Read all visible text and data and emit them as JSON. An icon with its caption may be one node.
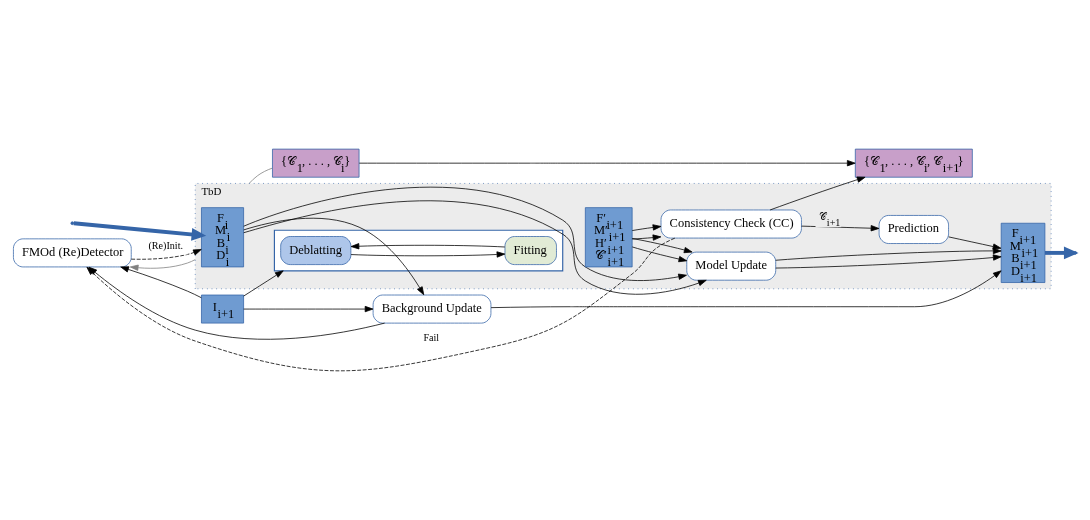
{
  "diagram": {
    "nodes": [
      {
        "text": [
          "FMOd (Re)Detector"
        ]
      },
      {
        "text": [
          "I$_{i+1}$"
        ]
      },
      {
        "text": [
          "Background Update"
        ]
      },
      {
        "text": [
          "TbD"
        ]
      },
      {
        "text": [
          "F$_{i}$",
          "M$_{i}$",
          "B$_{i}$",
          "D$_{i}$"
        ],
        "in": 3
      },
      {
        "text": [],
        "shape": "box",
        "in": 3
      },
      {
        "text": [
          "Deblatting"
        ],
        "in": 5
      },
      {
        "text": [
          "Fitting"
        ],
        "in": 5
      },
      {
        "text": [
          "F′$_{i+1}$",
          "M′$_{i+1}$",
          "H′$_{i+1}$",
          "𝒞′$_{i+1}$"
        ],
        "in": 3
      },
      {
        "text": [
          "Consistency Check (CC)"
        ],
        "in": 3
      },
      {
        "text": [
          "Model Update"
        ],
        "in": 3
      },
      {
        "text": [
          "Prediction"
        ],
        "in": 3
      },
      {
        "text": [
          "F$_{i+1}$",
          "M$_{i+1}$",
          "B$_{i+1}$",
          "D$_{i+1}$"
        ],
        "in": 3
      },
      {
        "text": [
          "{𝒞$_{1}$, . . . , 𝒞$_{i}$}"
        ]
      },
      {
        "text": [
          "{𝒞$_{1}$, . . . , 𝒞$_{i}$, 𝒞$_{i+1}$}"
        ]
      }
    ],
    "edges": [
      {
        "from": 0,
        "to": 4,
        "arrow": "to",
        "style": "dashed",
        "label": "(Re)Init."
      },
      {
        "from": 9,
        "to": 0,
        "arrow": "to",
        "style": "dashed",
        "label": "Fail"
      },
      {
        "from": 3,
        "to": 0,
        "arrow": "to",
        "color": "#808080"
      },
      {
        "from": 1,
        "to": 0,
        "arrow": "to"
      },
      {
        "from": 1,
        "to": 2,
        "arrow": "to"
      },
      {
        "from": 1,
        "to": 5,
        "arrow": "to"
      },
      {
        "from": 2,
        "to": 0,
        "arrow": "to"
      },
      {
        "from": 2,
        "to": 12,
        "arrow": "to"
      },
      {
        "from": 4,
        "to": 2,
        "arrow": "to"
      },
      {
        "from": 4,
        "to": 10,
        "arrow": "to"
      },
      {
        "from": 4,
        "to": 10,
        "arrow": "to"
      },
      {
        "from": 6,
        "to": 7,
        "arrow": "to"
      },
      {
        "from": 7,
        "to": 6,
        "arrow": "to"
      },
      {
        "from": 8,
        "to": 10,
        "arrow": "to"
      },
      {
        "from": 8,
        "to": 10,
        "arrow": "to"
      },
      {
        "from": 8,
        "to": 9,
        "arrow": "to"
      },
      {
        "from": 8,
        "to": 9,
        "arrow": "to"
      },
      {
        "from": 9,
        "to": 11,
        "arrow": "to",
        "label": "𝒞$_{i+1}$"
      },
      {
        "from": 9,
        "to": 14,
        "arrow": "to"
      },
      {
        "from": 10,
        "to": 12,
        "arrow": "to"
      },
      {
        "from": 10,
        "to": 12,
        "arrow": "to"
      },
      {
        "from": 11,
        "to": 12,
        "arrow": "to"
      },
      {
        "from": 13,
        "to": 14,
        "arrow": "to"
      },
      {
        "from": 3,
        "to": 13,
        "arrow": "none",
        "color": "#808080"
      },
      {
        "from": null,
        "to": 4,
        "arrow": "to",
        "style": "thick",
        "color": "#3565a8"
      },
      {
        "from": 12,
        "to": null,
        "arrow": "to",
        "style": "thick",
        "color": "#3565a8"
      }
    ]
  }
}
